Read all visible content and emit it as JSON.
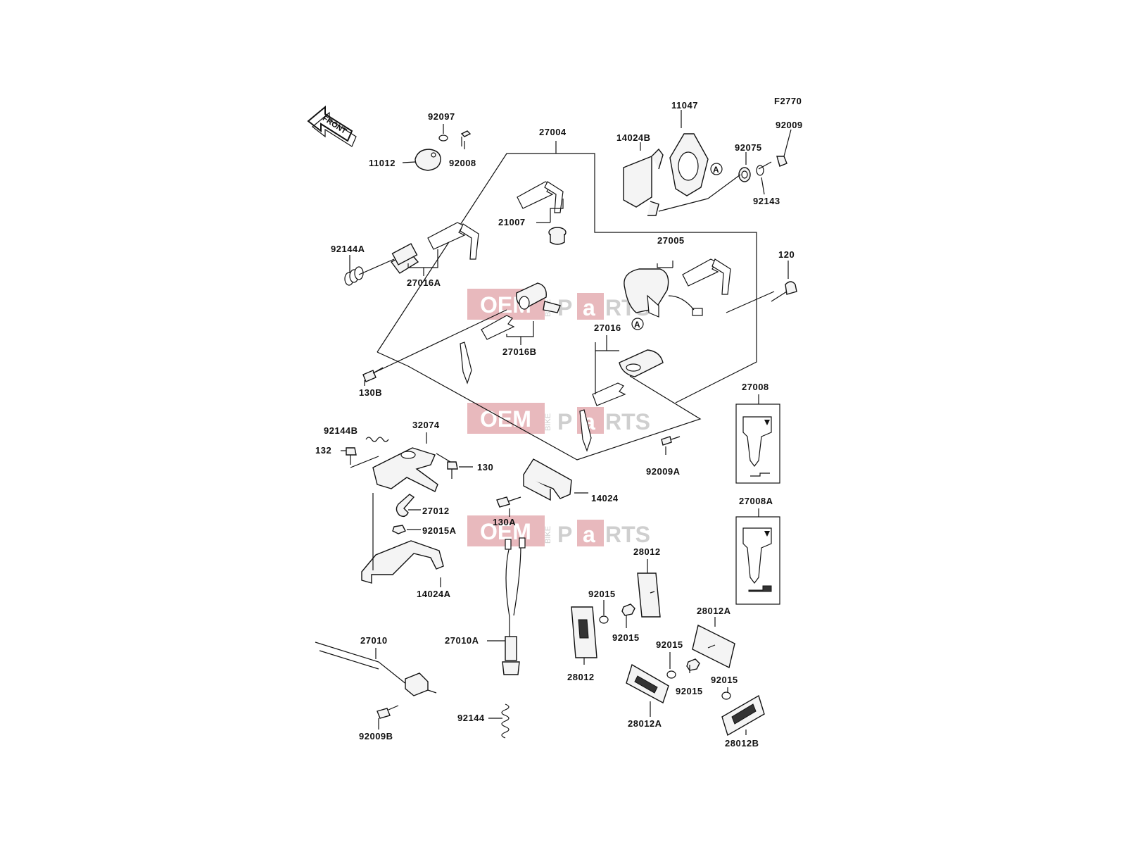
{
  "diagram_code": "F2770",
  "front_arrow_label": "FRONT",
  "watermark": {
    "left": "OEM",
    "middle": "BIKE",
    "right_a": "P",
    "right_b": "a",
    "right_c": "RTS"
  },
  "ref_marker": "A",
  "labels": {
    "p92097": "92097",
    "p92008": "92008",
    "p11012": "11012",
    "p27004": "27004",
    "p11047": "11047",
    "p14024B": "14024B",
    "p92075": "92075",
    "p92009": "92009",
    "p92143": "92143",
    "p21007": "21007",
    "p92144A": "92144A",
    "p27016A": "27016A",
    "p27005": "27005",
    "p120": "120",
    "p27016B": "27016B",
    "p27016": "27016",
    "p130B": "130B",
    "p27008": "27008",
    "p92144B": "92144B",
    "p32074": "32074",
    "p132": "132",
    "p130": "130",
    "p92009A": "92009A",
    "p14024": "14024",
    "p27012": "27012",
    "p130A": "130A",
    "p92015A": "92015A",
    "p27008A": "27008A",
    "p28012_top": "28012",
    "p14024A": "14024A",
    "p92015_a": "92015",
    "p92015_b": "92015",
    "p28012A_top": "28012A",
    "p27010": "27010",
    "p27010A": "27010A",
    "p92015_c": "92015",
    "p28012_bottom": "28012",
    "p92015_d": "92015",
    "p92015_e": "92015",
    "p92144": "92144",
    "p28012A_bottom": "28012A",
    "p92009B": "92009B",
    "p28012B": "28012B"
  }
}
